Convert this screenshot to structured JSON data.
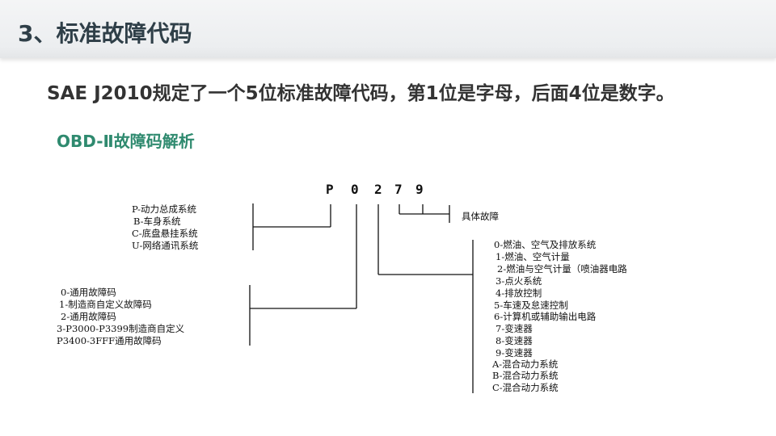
{
  "title": "3、标准故障代码",
  "intro": "SAE J2010规定了一个5位标准故障代码，第1位是字母，后面4位是数字。",
  "subtitle": "OBD-Ⅱ故障码解析",
  "code_chars": [
    "P",
    "0",
    "2",
    "7",
    "9"
  ],
  "group_system": [
    "P-动力总成系统",
    "B-车身系统",
    "C-底盘悬挂系统",
    "U-网络通讯系统"
  ],
  "group_code_type": [
    "0-通用故障码",
    "1-制造商自定义故障码",
    "2-通用故障码",
    "3-P3000-P3399制造商自定义",
    "P3400-3FFF通用故障码"
  ],
  "group_subsystem": [
    "0-燃油、空气及排放系统",
    "1-燃油、空气计量",
    "2-燃油与空气计量（喷油器电路",
    "3-点火系统",
    "4-排放控制",
    "5-车速及怠速控制",
    "6-计算机或辅助输出电路",
    "7-变速器",
    "8-变速器",
    "9-变速器",
    "A-混合动力系统",
    "B-混合动力系统",
    "C-混合动力系统"
  ],
  "specific_fault": "具体故障"
}
